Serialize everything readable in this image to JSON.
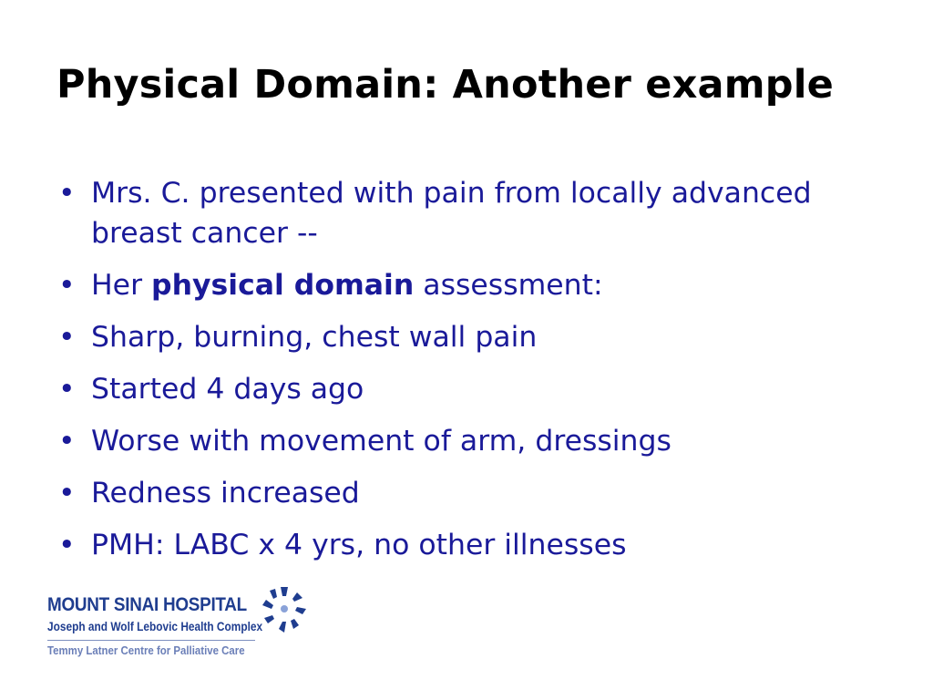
{
  "slide": {
    "title": "Physical Domain: Another example",
    "bullets": [
      {
        "text": "Mrs. C. presented with pain from locally advanced breast cancer --"
      },
      {
        "pre": "Her ",
        "bold": "physical domain",
        "post": " assessment:"
      },
      {
        "text": "Sharp, burning, chest wall pain"
      },
      {
        "text": "Started 4 days ago"
      },
      {
        "text": "Worse with movement of arm, dressings"
      },
      {
        "text": "Redness increased"
      },
      {
        "text": "PMH: LABC x 4 yrs, no other illnesses"
      }
    ],
    "bullet_glyph": "•"
  },
  "logo": {
    "name": "MOUNT SINAI HOSPITAL",
    "subtitle": "Joseph and Wolf Lebovic Health Complex",
    "centre": "Temmy Latner Centre for Palliative Care",
    "icon": "star-of-david-logo-icon"
  },
  "colors": {
    "title": "#000000",
    "body_text": "#1a1a99",
    "logo_primary": "#1f3d8f",
    "logo_secondary": "#6b7fb8"
  }
}
